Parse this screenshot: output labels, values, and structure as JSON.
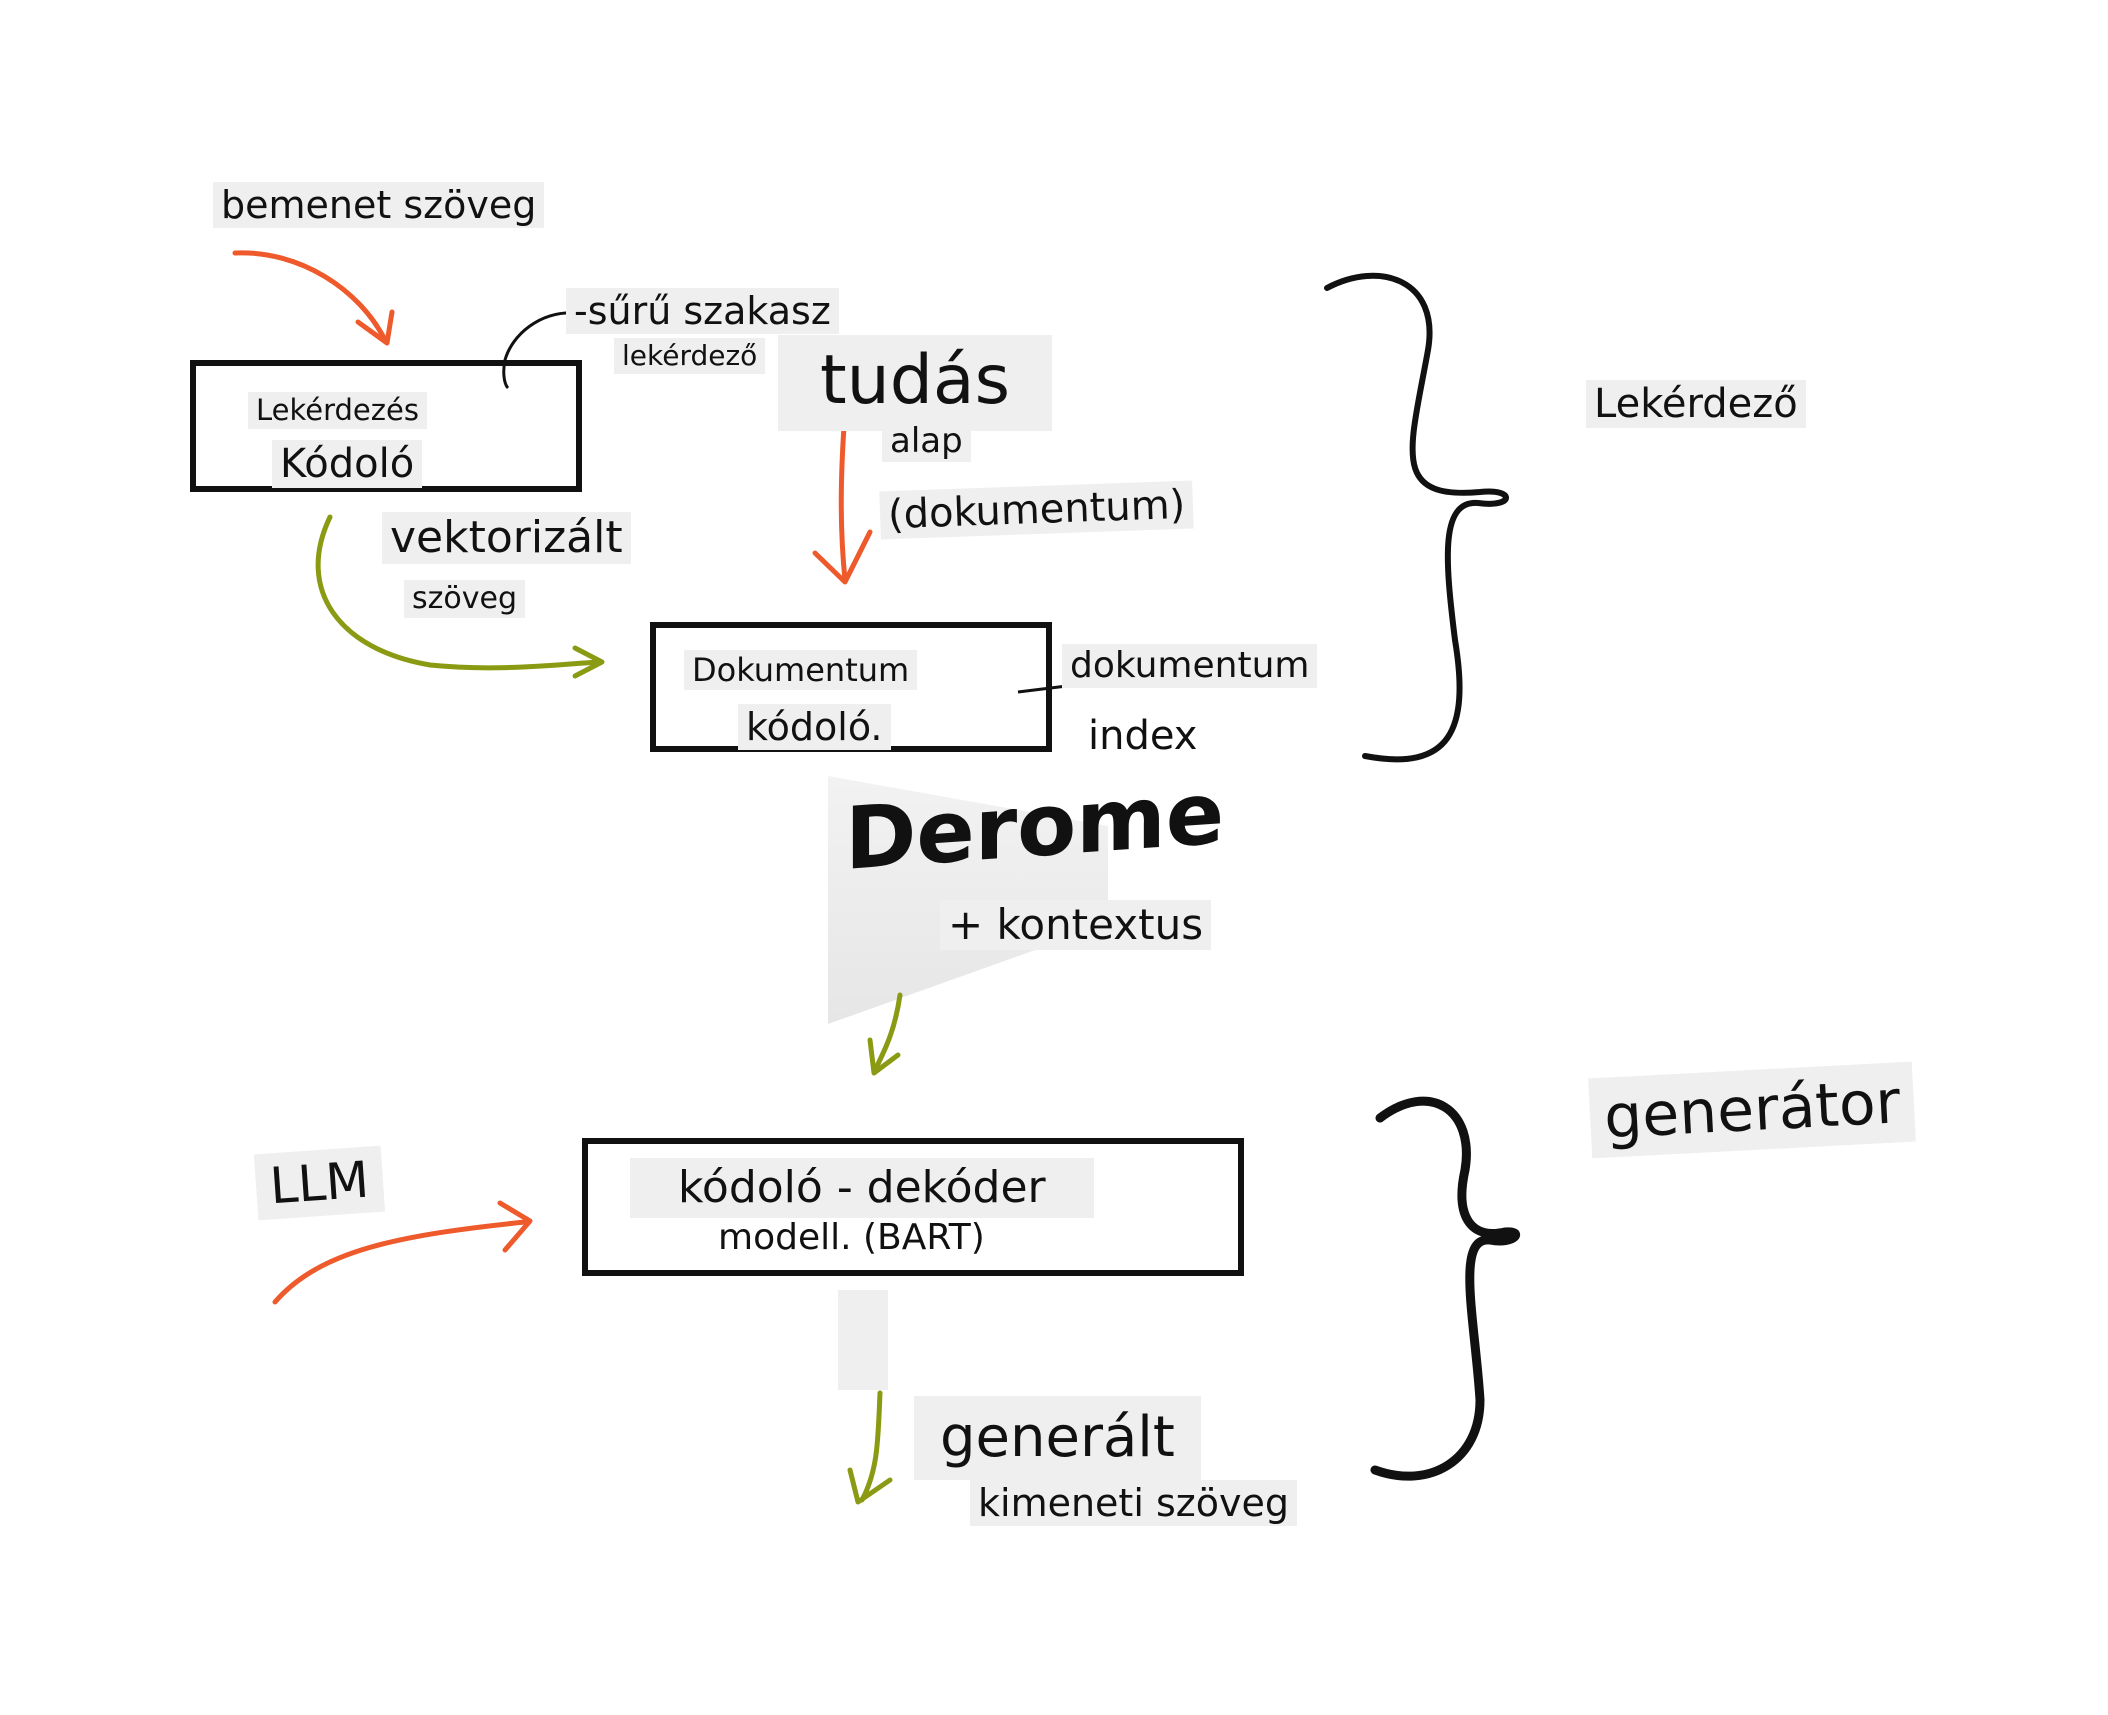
{
  "labels": {
    "input_text": "bemenet szöveg",
    "dense_passage": "-sűrű szakasz",
    "dense_retriever": "lekérdező",
    "query_label": "Lekérdezés",
    "query_encoder": "Kódoló",
    "knowledge": "tudás",
    "knowledge_base": "alap",
    "knowledge_doc": "(dokumentum)",
    "vectorized": "vektorizált",
    "vectorized_text": "szöveg",
    "doc_label": "Dokumentum",
    "doc_encoder": "kódoló.",
    "doc_index_1": "dokumentum",
    "doc_index_2": "index",
    "retriever_group": "Lekérdező",
    "context": "+ kontextus",
    "llm": "LLM",
    "encdec_1": "kódoló - dekóder",
    "encdec_2": "modell. (BART)",
    "generated_1": "generált",
    "generated_2": "kimeneti szöveg",
    "generator_group": "generátor",
    "warped_text": "Derome"
  },
  "colors": {
    "orange_arrow": "#ee5a2b",
    "green_arrow": "#8a9a12",
    "ink": "#111111",
    "label_bg": "#efefef"
  }
}
